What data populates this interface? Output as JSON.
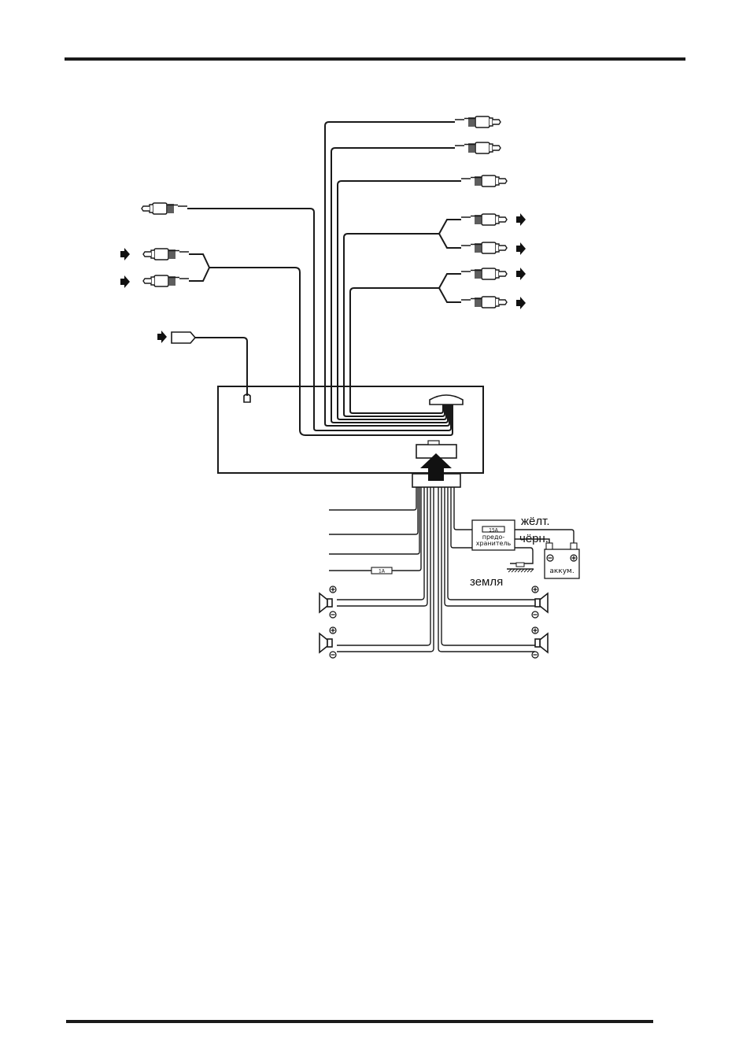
{
  "labels": {
    "yellow": "жёлт.",
    "black": "чёрн.",
    "ground": "земля",
    "battery": "аккум.",
    "fuse_rating": "15A",
    "fuse_line1": "предо-",
    "fuse_line2": "хранитель",
    "small_fuse": "1A"
  },
  "colors": {
    "ink": "#1a1a1a",
    "paper": "#ffffff"
  }
}
